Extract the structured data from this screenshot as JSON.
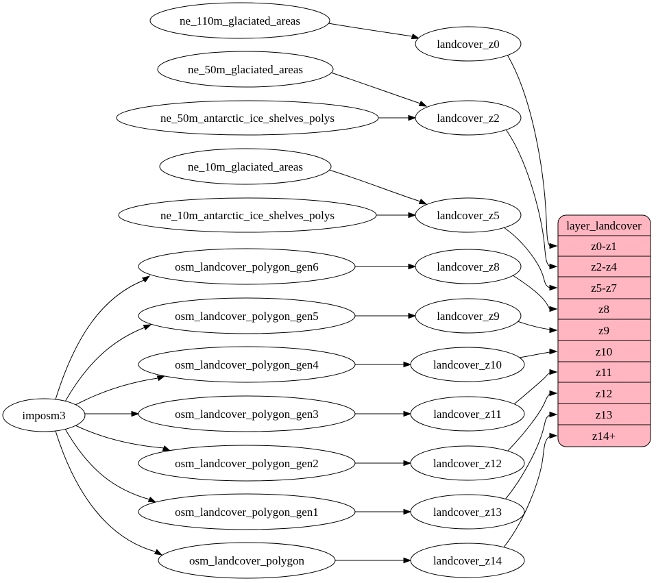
{
  "diagram": {
    "kind": "dependency-graph",
    "colors": {
      "background": "#ffffff",
      "node_fill": "#ffffff",
      "node_stroke": "#000000",
      "edge_color": "#000000",
      "record_fill": "#ffb6c1",
      "text_color": "#000000"
    }
  },
  "nodes": {
    "importer": "imposm3",
    "sources": [
      "ne_110m_glaciated_areas",
      "ne_50m_glaciated_areas",
      "ne_50m_antarctic_ice_shelves_polys",
      "ne_10m_glaciated_areas",
      "ne_10m_antarctic_ice_shelves_polys",
      "osm_landcover_polygon_gen6",
      "osm_landcover_polygon_gen5",
      "osm_landcover_polygon_gen4",
      "osm_landcover_polygon_gen3",
      "osm_landcover_polygon_gen2",
      "osm_landcover_polygon_gen1",
      "osm_landcover_polygon"
    ],
    "intermediate": [
      "landcover_z0",
      "landcover_z2",
      "landcover_z5",
      "landcover_z8",
      "landcover_z9",
      "landcover_z10",
      "landcover_z11",
      "landcover_z12",
      "landcover_z13",
      "landcover_z14"
    ],
    "record": {
      "title": "layer_landcover",
      "rows": [
        "z0-z1",
        "z2-z4",
        "z5-z7",
        "z8",
        "z9",
        "z10",
        "z11",
        "z12",
        "z13",
        "z14+"
      ]
    }
  },
  "edges": [
    {
      "from": "ne_110m_glaciated_areas",
      "to": "landcover_z0"
    },
    {
      "from": "ne_50m_glaciated_areas",
      "to": "landcover_z2"
    },
    {
      "from": "ne_50m_antarctic_ice_shelves_polys",
      "to": "landcover_z2"
    },
    {
      "from": "ne_10m_glaciated_areas",
      "to": "landcover_z5"
    },
    {
      "from": "ne_10m_antarctic_ice_shelves_polys",
      "to": "landcover_z5"
    },
    {
      "from": "imposm3",
      "to": "osm_landcover_polygon_gen6"
    },
    {
      "from": "imposm3",
      "to": "osm_landcover_polygon_gen5"
    },
    {
      "from": "imposm3",
      "to": "osm_landcover_polygon_gen4"
    },
    {
      "from": "imposm3",
      "to": "osm_landcover_polygon_gen3"
    },
    {
      "from": "imposm3",
      "to": "osm_landcover_polygon_gen2"
    },
    {
      "from": "imposm3",
      "to": "osm_landcover_polygon_gen1"
    },
    {
      "from": "imposm3",
      "to": "osm_landcover_polygon"
    },
    {
      "from": "osm_landcover_polygon_gen6",
      "to": "landcover_z8"
    },
    {
      "from": "osm_landcover_polygon_gen5",
      "to": "landcover_z9"
    },
    {
      "from": "osm_landcover_polygon_gen4",
      "to": "landcover_z10"
    },
    {
      "from": "osm_landcover_polygon_gen3",
      "to": "landcover_z11"
    },
    {
      "from": "osm_landcover_polygon_gen2",
      "to": "landcover_z12"
    },
    {
      "from": "osm_landcover_polygon_gen1",
      "to": "landcover_z13"
    },
    {
      "from": "osm_landcover_polygon",
      "to": "landcover_z14"
    },
    {
      "from": "landcover_z0",
      "to": "layer_landcover:z0-z1"
    },
    {
      "from": "landcover_z2",
      "to": "layer_landcover:z2-z4"
    },
    {
      "from": "landcover_z5",
      "to": "layer_landcover:z5-z7"
    },
    {
      "from": "landcover_z8",
      "to": "layer_landcover:z8"
    },
    {
      "from": "landcover_z9",
      "to": "layer_landcover:z9"
    },
    {
      "from": "landcover_z10",
      "to": "layer_landcover:z10"
    },
    {
      "from": "landcover_z11",
      "to": "layer_landcover:z11"
    },
    {
      "from": "landcover_z12",
      "to": "layer_landcover:z12"
    },
    {
      "from": "landcover_z13",
      "to": "layer_landcover:z13"
    },
    {
      "from": "landcover_z14",
      "to": "layer_landcover:z14+"
    }
  ]
}
